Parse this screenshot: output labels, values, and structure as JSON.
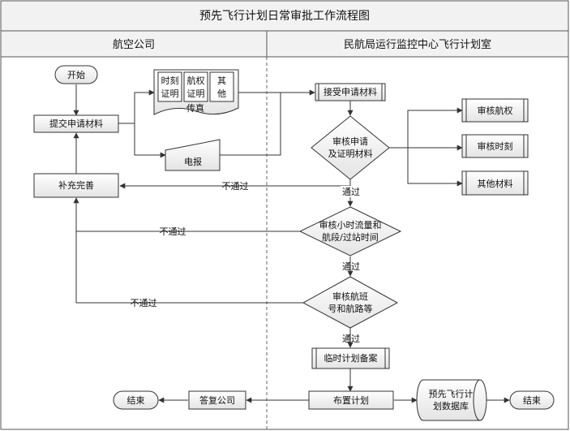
{
  "title": "预先飞行计划日常审批工作流程图",
  "lanes": {
    "left": "航空公司",
    "right": "民航局运行监控中心飞行计划室"
  },
  "nodes": {
    "start": "开始",
    "submit": "提交申请材料",
    "doc_time_cert": [
      "时刻",
      "证明"
    ],
    "doc_route_cert": [
      "航权",
      "证明"
    ],
    "doc_other": [
      "其",
      "他"
    ],
    "fax": "传真",
    "telegram": "电报",
    "supplement": "补充完善",
    "receive": "接受申请材料",
    "review_app": [
      "审核申请",
      "及证明材料"
    ],
    "check_rights": "审核航权",
    "check_slot": "审核时刻",
    "other_material": "其他材料",
    "review_flow": [
      "审核小时流量和",
      "航段/过站时间"
    ],
    "review_route": [
      "审核航班",
      "号和航路等"
    ],
    "temp_plan": "临时计划备案",
    "arrange": "布置计划",
    "database": [
      "预先飞行计",
      "划数据库"
    ],
    "end_right": "结束",
    "reply": "答复公司",
    "end_left": "结束"
  },
  "edge_labels": {
    "fail_1": "不通过",
    "fail_2": "不通过",
    "fail_3": "不通过",
    "pass_1": "通过",
    "pass_2": "通过",
    "pass_3": "通过"
  }
}
